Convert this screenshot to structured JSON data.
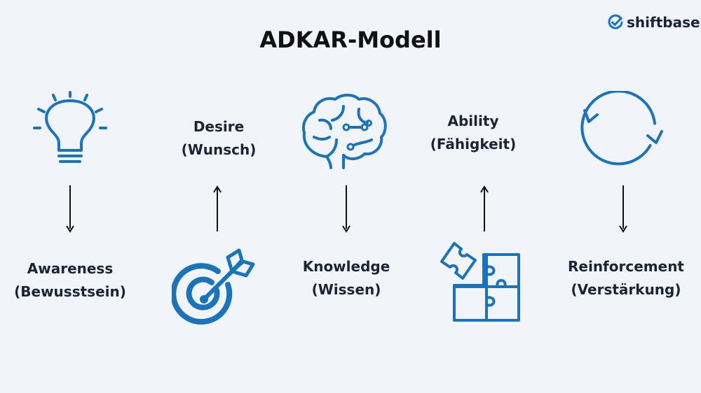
{
  "title": "ADKAR-Modell",
  "brand": {
    "name": "shiftbase",
    "color": "#1a73bd"
  },
  "colors": {
    "icon": "#1a73bd",
    "text": "#1b2434",
    "arrow": "#111111",
    "background": "#f1f4f8"
  },
  "steps": [
    {
      "name": "Awareness",
      "translation": "(Bewusstsein)",
      "icon": "lightbulb-icon",
      "arrow": "down"
    },
    {
      "name": "Desire",
      "translation": "(Wunsch)",
      "icon": "target-arrow-icon",
      "arrow": "up"
    },
    {
      "name": "Knowledge",
      "translation": "(Wissen)",
      "icon": "brain-circuit-icon",
      "arrow": "down"
    },
    {
      "name": "Ability",
      "translation": "(Fähigkeit)",
      "icon": "puzzle-icon",
      "arrow": "up"
    },
    {
      "name": "Reinforcement",
      "translation": "(Verstärkung)",
      "icon": "cycle-arrows-icon",
      "arrow": "down"
    }
  ]
}
